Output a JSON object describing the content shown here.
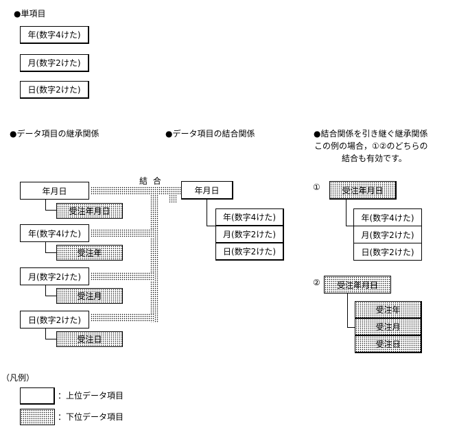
{
  "single": {
    "heading": "●単項目",
    "items": [
      "年(数字4けた)",
      "月(数字2けた)",
      "日(数字2けた)"
    ]
  },
  "inherit": {
    "heading": "●データ項目の継承関係",
    "rows": [
      {
        "upper": "年月日",
        "lower": "受注年月日"
      },
      {
        "upper": "年(数字4けた)",
        "lower": "受注年"
      },
      {
        "upper": "月(数字2けた)",
        "lower": "受注月"
      },
      {
        "upper": "日(数字2けた)",
        "lower": "受注日"
      }
    ]
  },
  "combine": {
    "heading": "●データ項目の結合関係",
    "label": "結 合",
    "parent": "年月日",
    "children": [
      "年(数字4けた)",
      "月(数字2けた)",
      "日(数字2けた)"
    ]
  },
  "both": {
    "heading_line1": "●結合関係を引き継ぐ継承関係",
    "heading_line2": "この例の場合，①②のどちらの",
    "heading_line3": "結合も有効です。",
    "ex1": {
      "marker": "①",
      "parent": "受注年月日",
      "children": [
        "年(数字4けた)",
        "月(数字2けた)",
        "日(数字2けた)"
      ]
    },
    "ex2": {
      "marker": "②",
      "parent": "受注年月日",
      "children": [
        "受注年",
        "受注月",
        "受注日"
      ]
    }
  },
  "legend": {
    "title": "（凡例）",
    "upper_label": "：上位データ項目",
    "lower_label": "：下位データ項目"
  }
}
